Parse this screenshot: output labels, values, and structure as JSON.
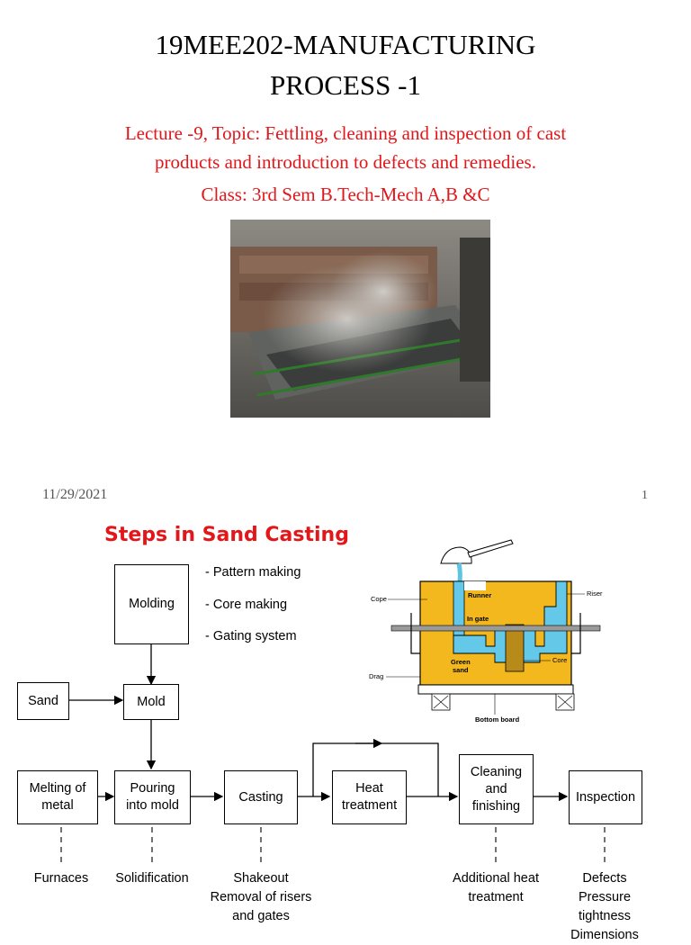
{
  "slide1": {
    "title_line1": "19MEE202-MANUFACTURING",
    "title_line2": "PROCESS -1",
    "lecture_line1": "Lecture -9, Topic: Fettling, cleaning and inspection of cast",
    "lecture_line2": "products and introduction to defects and remedies.",
    "class_line": "Class: 3rd Sem B.Tech-Mech A,B &C",
    "date": "11/29/2021",
    "page_number": "1"
  },
  "slide2": {
    "title": "Steps in Sand Casting",
    "boxes": {
      "molding": "Molding",
      "sand": "Sand",
      "mold": "Mold",
      "melting_l1": "Melting of",
      "melting_l2": "metal",
      "pouring_l1": "Pouring",
      "pouring_l2": "into mold",
      "casting": "Casting",
      "heat_l1": "Heat",
      "heat_l2": "treatment",
      "cleaning_l1": "Cleaning",
      "cleaning_l2": "and",
      "cleaning_l3": "finishing",
      "inspection": "Inspection"
    },
    "molding_steps": [
      "- Pattern making",
      "- Core making",
      "- Gating system"
    ],
    "notes": {
      "melting": "Furnaces",
      "pouring": "Solidification",
      "casting_l1": "Shakeout",
      "casting_l2": "Removal of risers",
      "casting_l3": "and gates",
      "cleaning_l1": "Additional heat",
      "cleaning_l2": "treatment",
      "inspection_l1": "Defects",
      "inspection_l2": "Pressure tightness",
      "inspection_l3": "Dimensions"
    },
    "mold_diagram": {
      "cope": "Cope",
      "riser": "Riser",
      "runner": "Runner",
      "in_gate": "In gate",
      "green_sand_l1": "Green",
      "green_sand_l2": "sand",
      "core": "Core",
      "drag": "Drag",
      "bottom_board": "Bottom board"
    }
  }
}
